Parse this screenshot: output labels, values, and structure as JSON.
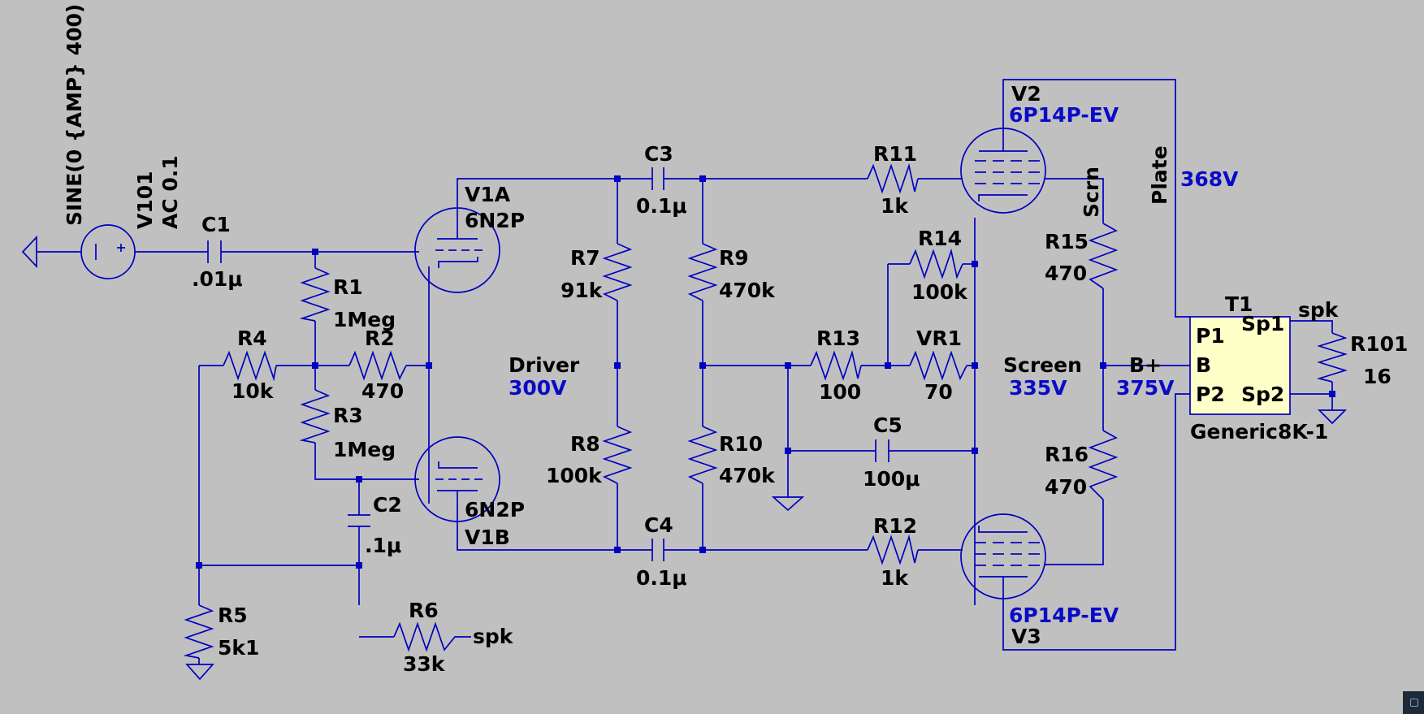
{
  "source": {
    "waveform": "SINE(0 {AMP} 400)",
    "name": "V101",
    "ac": "AC 0.1"
  },
  "components": {
    "C1": {
      "name": "C1",
      "value": ".01μ"
    },
    "C2": {
      "name": "C2",
      "value": ".1μ"
    },
    "C3": {
      "name": "C3",
      "value": "0.1μ"
    },
    "C4": {
      "name": "C4",
      "value": "0.1μ"
    },
    "C5": {
      "name": "C5",
      "value": "100μ"
    },
    "R1": {
      "name": "R1",
      "value": "1Meg"
    },
    "R2": {
      "name": "R2",
      "value": "470"
    },
    "R3": {
      "name": "R3",
      "value": "1Meg"
    },
    "R4": {
      "name": "R4",
      "value": "10k"
    },
    "R5": {
      "name": "R5",
      "value": "5k1"
    },
    "R6": {
      "name": "R6",
      "value": "33k"
    },
    "R7": {
      "name": "R7",
      "value": "91k"
    },
    "R8": {
      "name": "R8",
      "value": "100k"
    },
    "R9": {
      "name": "R9",
      "value": "470k"
    },
    "R10": {
      "name": "R10",
      "value": "470k"
    },
    "R11": {
      "name": "R11",
      "value": "1k"
    },
    "R12": {
      "name": "R12",
      "value": "1k"
    },
    "R13": {
      "name": "R13",
      "value": "100"
    },
    "R14": {
      "name": "R14",
      "value": "100k"
    },
    "R15": {
      "name": "R15",
      "value": "470"
    },
    "R16": {
      "name": "R16",
      "value": "470"
    },
    "VR1": {
      "name": "VR1",
      "value": "70"
    },
    "R101": {
      "name": "R101",
      "value": "16"
    }
  },
  "tubes": {
    "V1A": {
      "name": "V1A",
      "model": "6N2P"
    },
    "V1B": {
      "name": "V1B",
      "model": "6N2P"
    },
    "V2": {
      "name": "V2",
      "model": "6P14P-EV"
    },
    "V3": {
      "name": "V3",
      "model": "6P14P-EV"
    }
  },
  "transformer": {
    "name": "T1",
    "model": "Generic8K-1",
    "pins": {
      "p1": "P1",
      "b": "B",
      "p2": "P2",
      "sp1": "Sp1",
      "sp2": "Sp2"
    }
  },
  "nets": {
    "driver": "Driver",
    "driver_v": "300V",
    "plate": "Plate",
    "plate_v": "368V",
    "scrn": "Scrn",
    "screen": "Screen",
    "screen_v": "335V",
    "bplus": "B+",
    "bplus_v": "375V",
    "spk_r6": "spk",
    "spk_t1": "spk"
  },
  "colors": {
    "background": "#c0c0c0",
    "wire": "#0000c0",
    "net_label": "#0a0ac8",
    "transformer_fill": "#ffffc8"
  }
}
